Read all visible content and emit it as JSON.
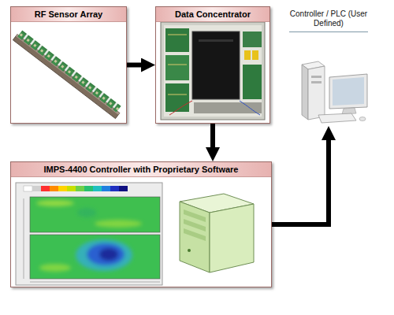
{
  "diagram": {
    "nodes": [
      {
        "text": [
          "RF Sensor Array"
        ]
      },
      {
        "text": [
          "Data Concentrator"
        ]
      },
      {
        "text": [
          "Controller / PLC (User Defined)"
        ]
      },
      {
        "text": [
          "IMPS-4400 Controller with Proprietary Software"
        ]
      }
    ],
    "edges": [
      {
        "from": 0,
        "to": 1,
        "arrow": "to"
      },
      {
        "from": 1,
        "to": 3,
        "arrow": "to"
      },
      {
        "from": 3,
        "to": 2,
        "arrow": "to"
      }
    ]
  }
}
